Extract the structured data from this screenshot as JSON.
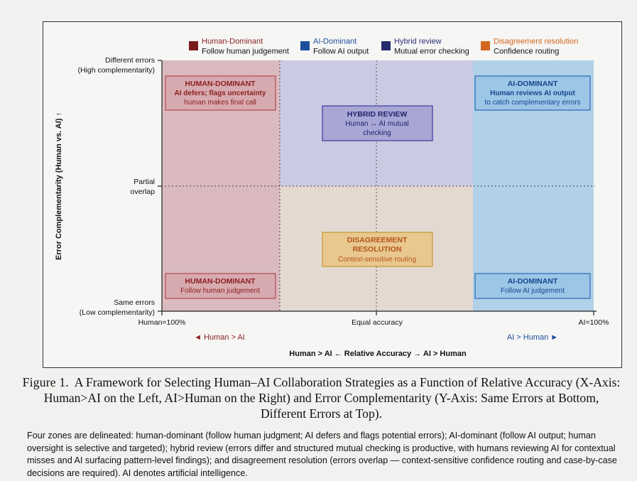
{
  "legend": [
    {
      "title": "Human-Dominant",
      "subtitle": "Follow human judgement",
      "color": "#7a1b1b",
      "title_color": "#8b2222"
    },
    {
      "title": "AI-Dominant",
      "subtitle": "Follow AI output",
      "color": "#1d4f9e",
      "title_color": "#1d4f9e"
    },
    {
      "title": "Hybrid review",
      "subtitle": "Mutual error checking",
      "color": "#262a6e",
      "title_color": "#2e2f7a"
    },
    {
      "title": "Disagreement resolution",
      "subtitle": "Confidence routing",
      "color": "#d2661f",
      "title_color": "#d2661f"
    }
  ],
  "axes": {
    "y_title": "Error Complementarity (Human vs. AI) ↑",
    "y_ticks": [
      {
        "line1": "Different errors",
        "line2": "(High complementarity)"
      },
      {
        "line1": "Partial",
        "line2": "overlap"
      },
      {
        "line1": "Same errors",
        "line2": "(Low complementarity)"
      }
    ],
    "x_ticks": [
      "Human=100%",
      "Equal accuracy",
      "AI=100%"
    ],
    "x_left_hint": "◄ Human > AI",
    "x_right_hint": "AI > Human ►",
    "x_title": "Human > AI ← Relative Accuracy → AI > Human"
  },
  "boxes": {
    "human_top": {
      "line1": "HUMAN-DOMINANT",
      "line2": "AI defers; flags uncertainty",
      "line3": "human makes final call"
    },
    "human_bottom": {
      "line1": "HUMAN-DOMINANT",
      "line2": "Follow human judgement"
    },
    "hybrid": {
      "line1": "HYBRID REVIEW",
      "line2": "Human ↔ AI mutual",
      "line3": "checking"
    },
    "disagreement": {
      "line1": "DISAGREEMENT",
      "line2": "RESOLUTION",
      "line3": "Context-sensitive routing"
    },
    "ai_top": {
      "line1": "AI-DOMINANT",
      "line2": "Human reviews AI output",
      "line3": "to catch complementary errors"
    },
    "ai_bottom": {
      "line1": "AI-DOMINANT",
      "line2": "Follow AI judgement"
    }
  },
  "zone_colors": {
    "human": "#d7b4b8",
    "hybrid": "#c6c5e1",
    "disagreement": "#e2d6cc",
    "ai": "#a9cde7"
  },
  "caption": {
    "label": "Figure 1.",
    "text": "A Framework for Selecting Human–AI Collaboration Strategies as a Function of Relative Accuracy (X-Axis: Human>AI on the Left, AI>Human on the Right) and Error Complementarity (Y-Axis: Same Errors at Bottom, Different Errors at Top)."
  },
  "description": "Four zones are delineated: human-dominant (follow human judgment; AI defers and flags potential errors); AI-dominant (follow AI output; human oversight is selective and targeted); hybrid review (errors differ and structured mutual checking is productive, with humans reviewing AI for contextual misses and AI surfacing pattern-level findings); and disagreement resolution (errors overlap — context-sensitive confidence routing and case-by-case decisions are required). AI denotes artificial intelligence."
}
